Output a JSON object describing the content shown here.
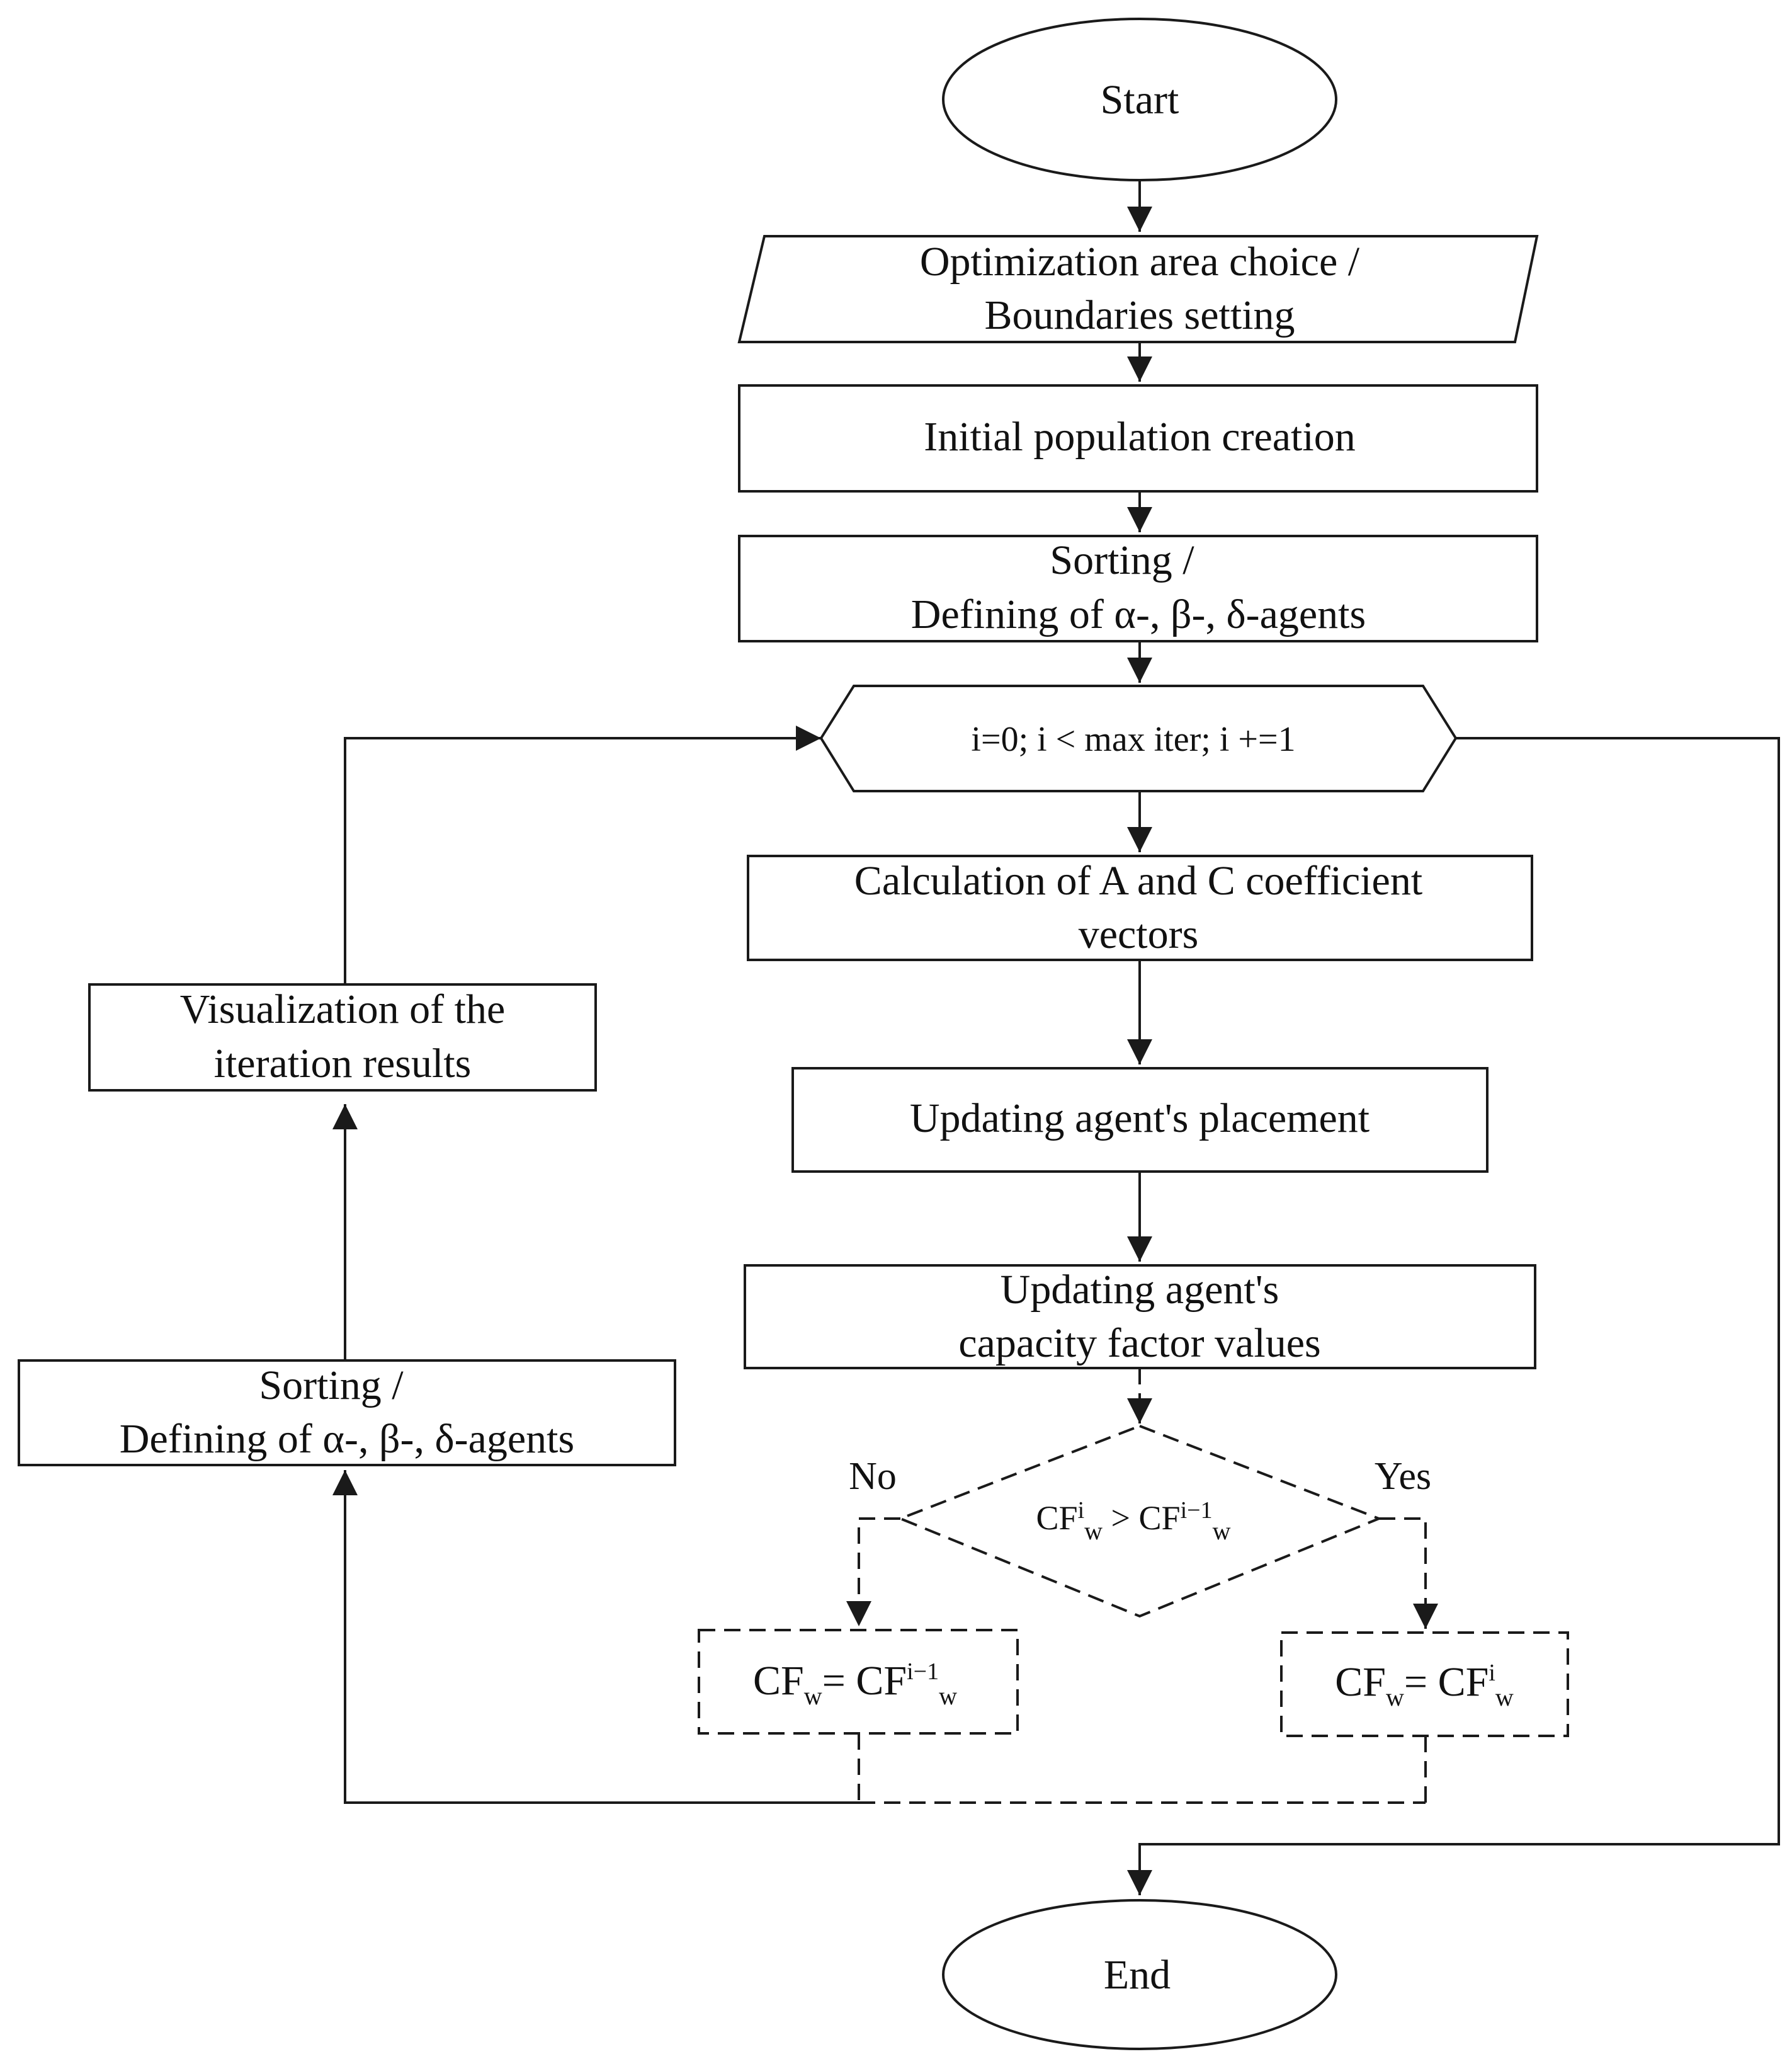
{
  "nodes": {
    "start": "Start",
    "area_line1": "Optimization  area choice /",
    "area_line2": "Boundaries  setting",
    "init": "Initial  population  creation",
    "sort1_line1": "Sorting /",
    "sort1_line2": "Defining  of α-, β-, δ-agents",
    "loop": "i=0; i < max iter; i +=1",
    "calc_line1": "Calculation  of A and C coefficient",
    "calc_line2": "vectors",
    "update_place": "Updating  agent's placement",
    "update_cf_line1": "Updating  agent's",
    "update_cf_line2": "capacity  factor values",
    "cond": {
      "a": "CF",
      "a_sup": "i",
      "a_sub": "w",
      "op": " > ",
      "b": "CF",
      "b_sup": "i−1",
      "b_sub": "w"
    },
    "no_assign": {
      "lhs": "CF",
      "lhs_sub": "w",
      "eq": "= ",
      "rhs": "CF",
      "rhs_sup": "i−1",
      "rhs_sub": "w"
    },
    "yes_assign": {
      "lhs": "CF",
      "lhs_sub": "w",
      "eq": "= ",
      "rhs": "CF",
      "rhs_sup": "i",
      "rhs_sub": "w"
    },
    "sort2_line1": "Sorting /",
    "sort2_line2": "Defining  of α-, β-, δ-agents",
    "visual_line1": "Visualization  of the",
    "visual_line2": "iteration  results",
    "end": "End"
  },
  "branch_labels": {
    "no": "No",
    "yes": "Yes"
  },
  "colors": {
    "stroke": "#1a1a1a",
    "text": "#111111",
    "background": "#ffffff"
  }
}
